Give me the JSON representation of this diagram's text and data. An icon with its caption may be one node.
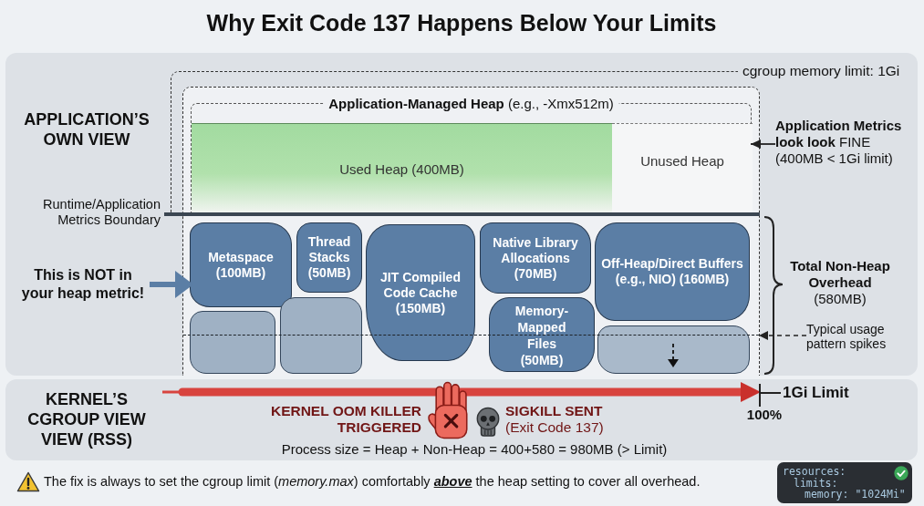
{
  "diagram": {
    "title": "Why Exit Code 137 Happens Below Your Limits",
    "nodes": [
      {
        "text": [
          "APPLICATION’S OWN VIEW"
        ]
      },
      {
        "text": [
          "cgroup memory limit: 1Gi"
        ],
        "in": 0
      },
      {
        "text": [
          "**Application-Managed Heap** (e.g., -Xmx512m)"
        ],
        "in": 1
      },
      {
        "text": [
          "Used Heap (400MB)"
        ],
        "in": 2
      },
      {
        "text": [
          "Unused Heap"
        ],
        "in": 2
      },
      {
        "text": [
          "**Application Metrics look look** FINE (400MB < 1Gi limit)"
        ],
        "in": 0
      },
      {
        "text": [
          "This is NOT in your heap metric!"
        ],
        "in": 0
      },
      {
        "text": [
          "Metaspace (100MB)"
        ],
        "in": 0
      },
      {
        "text": [
          "Thread Stacks (50MB)"
        ],
        "in": 0
      },
      {
        "text": [
          "JIT Compiled Code Cache (150MB)"
        ],
        "in": 0
      },
      {
        "text": [
          "Native Library Allocations (70MB)"
        ],
        "in": 0
      },
      {
        "text": [
          "Off-Heap/Direct Buffers (e.g., NIO) (160MB)"
        ],
        "in": 0
      },
      {
        "text": [],
        "shape": "box",
        "in": 0
      },
      {
        "text": [],
        "shape": "box",
        "in": 0
      },
      {
        "text": [
          "Memory-Mapped Files (50MB)"
        ],
        "in": 0
      },
      {
        "text": [],
        "shape": "box",
        "in": 0
      },
      {
        "text": [],
        "shape": "line",
        "in": 0
      },
      {
        "text": [
          "Typical usage pattern spikes"
        ],
        "in": 0
      },
      {
        "text": [
          "KERNEL’S CGROUP VIEW VIEW (RSS)"
        ]
      },
      {
        "text": [],
        "shape": "arrow",
        "in": 18
      },
      {
        "text": [
          "resources:",
          "limits:",
          "memory: \"1024Mi\""
        ]
      }
    ],
    "edges": [
      {
        "from": 5,
        "to": 4,
        "arrow": "to"
      },
      {
        "from": 6,
        "to": 7,
        "arrow": "to",
        "style": "thick",
        "color": "#5b7ea5"
      },
      {
        "from": 17,
        "to": 16,
        "arrow": "to",
        "style": "dashed"
      }
    ],
    "labels": [
      "Runtime/Application Metrics Boundary",
      "**Total Non-Heap Overhead** (580MB)",
      "1Gi Limit",
      "KERNEL OOM KILLER TRIGGERED",
      "**SIGKILL SENT** (Exit Code 137)",
      "100%",
      "Process size = Heap + Non-Heap = 400+580 = 980MB (> Limit)",
      "The fix is always to set the cgroup limit (*memory.max*) comfortably **above** the heap setting to cover all overhead."
    ]
  }
}
